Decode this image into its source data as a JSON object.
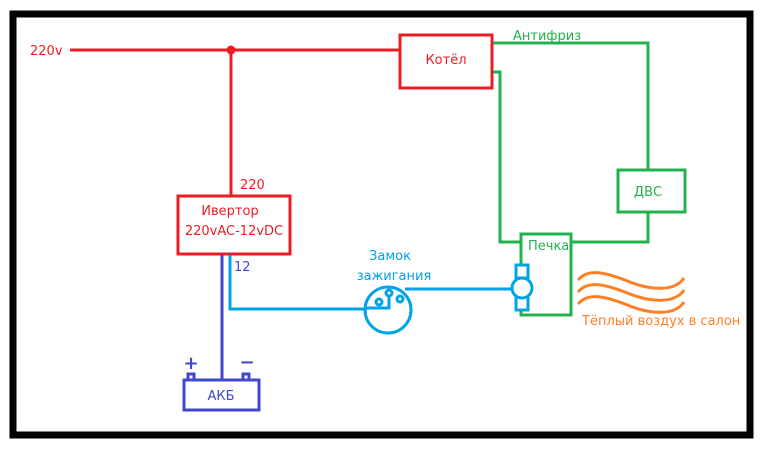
{
  "colors": {
    "frame": "#000000",
    "power": "#ed1c24",
    "coolant": "#22b14c",
    "signal": "#00a2e8",
    "battery": "#3f48cc",
    "heat": "#ff7f27"
  },
  "labels": {
    "mains": "220v",
    "boiler": "Котёл",
    "antifreeze": "Антифриз",
    "inverter_line1": "Ивертор",
    "inverter_line2": "220vAC-12vDC",
    "inverter_in": "220",
    "inverter_out": "12",
    "ignition_line1": "Замок",
    "ignition_line2": "зажигания",
    "engine": "ДВС",
    "heater": "Печка",
    "warm_air": "Тёплый воздух в салон",
    "battery": "АКБ",
    "battery_plus": "+",
    "battery_minus": "−"
  }
}
